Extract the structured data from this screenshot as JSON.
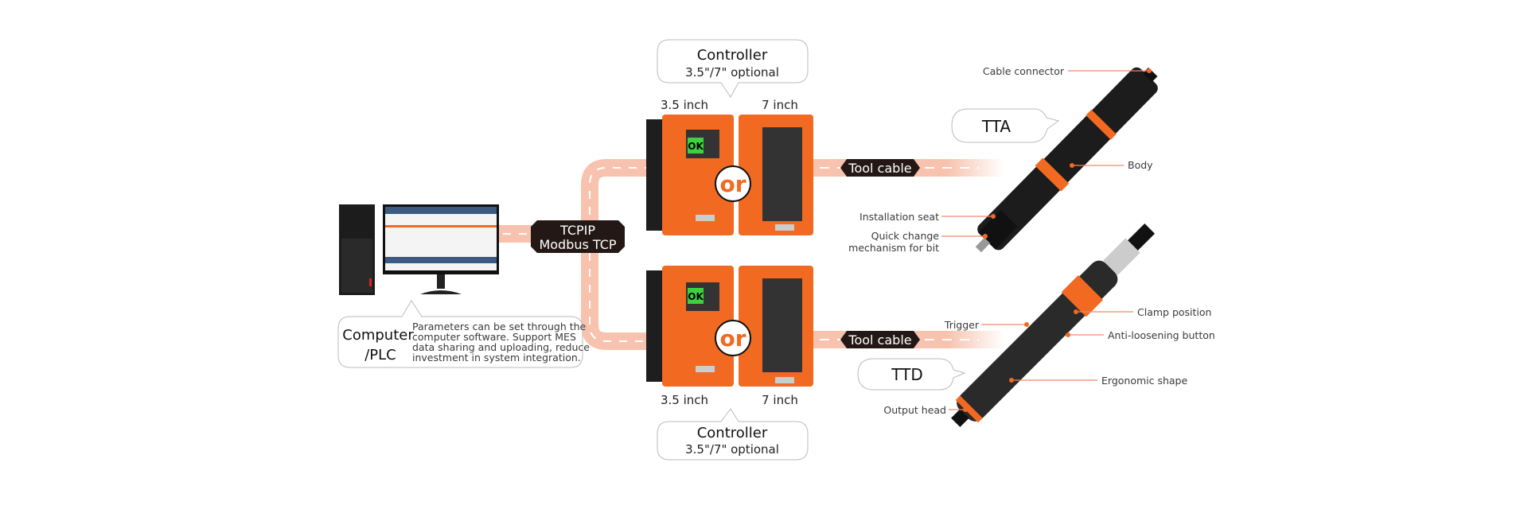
{
  "colors": {
    "accent": "#f26a21",
    "road": "#f7c3ae",
    "tag_bg": "#231815",
    "screen_ok": "#3dd23d"
  },
  "computer": {
    "title_line1": "Computer",
    "title_line2": "/PLC",
    "description": [
      "Parameters can be set through the",
      "computer software. Support MES",
      "data sharing and uploading, reduce",
      "investment in system integration."
    ]
  },
  "connection": {
    "line1": "TCPIP",
    "line2": "Modbus TCP"
  },
  "controller_top": {
    "title": "Controller",
    "subtitle": "3.5\"/7\" optional",
    "size_small": "3.5 inch",
    "size_large": "7 inch",
    "or": "or",
    "ok": "OK"
  },
  "controller_bottom": {
    "title": "Controller",
    "subtitle": "3.5\"/7\" optional",
    "size_small": "3.5 inch",
    "size_large": "7 inch",
    "or": "or",
    "ok": "OK"
  },
  "tool_cable_label": "Tool cable",
  "tta": {
    "name": "TTA",
    "labels": {
      "cable_connector": "Cable connector",
      "body": "Body",
      "installation_seat": "Installation seat",
      "quick_change_1": "Quick change",
      "quick_change_2": "mechanism for bit"
    }
  },
  "ttd": {
    "name": "TTD",
    "labels": {
      "trigger": "Trigger",
      "clamp_position": "Clamp position",
      "anti_loosening": "Anti-loosening button",
      "ergonomic": "Ergonomic shape",
      "output_head": "Output head"
    }
  }
}
